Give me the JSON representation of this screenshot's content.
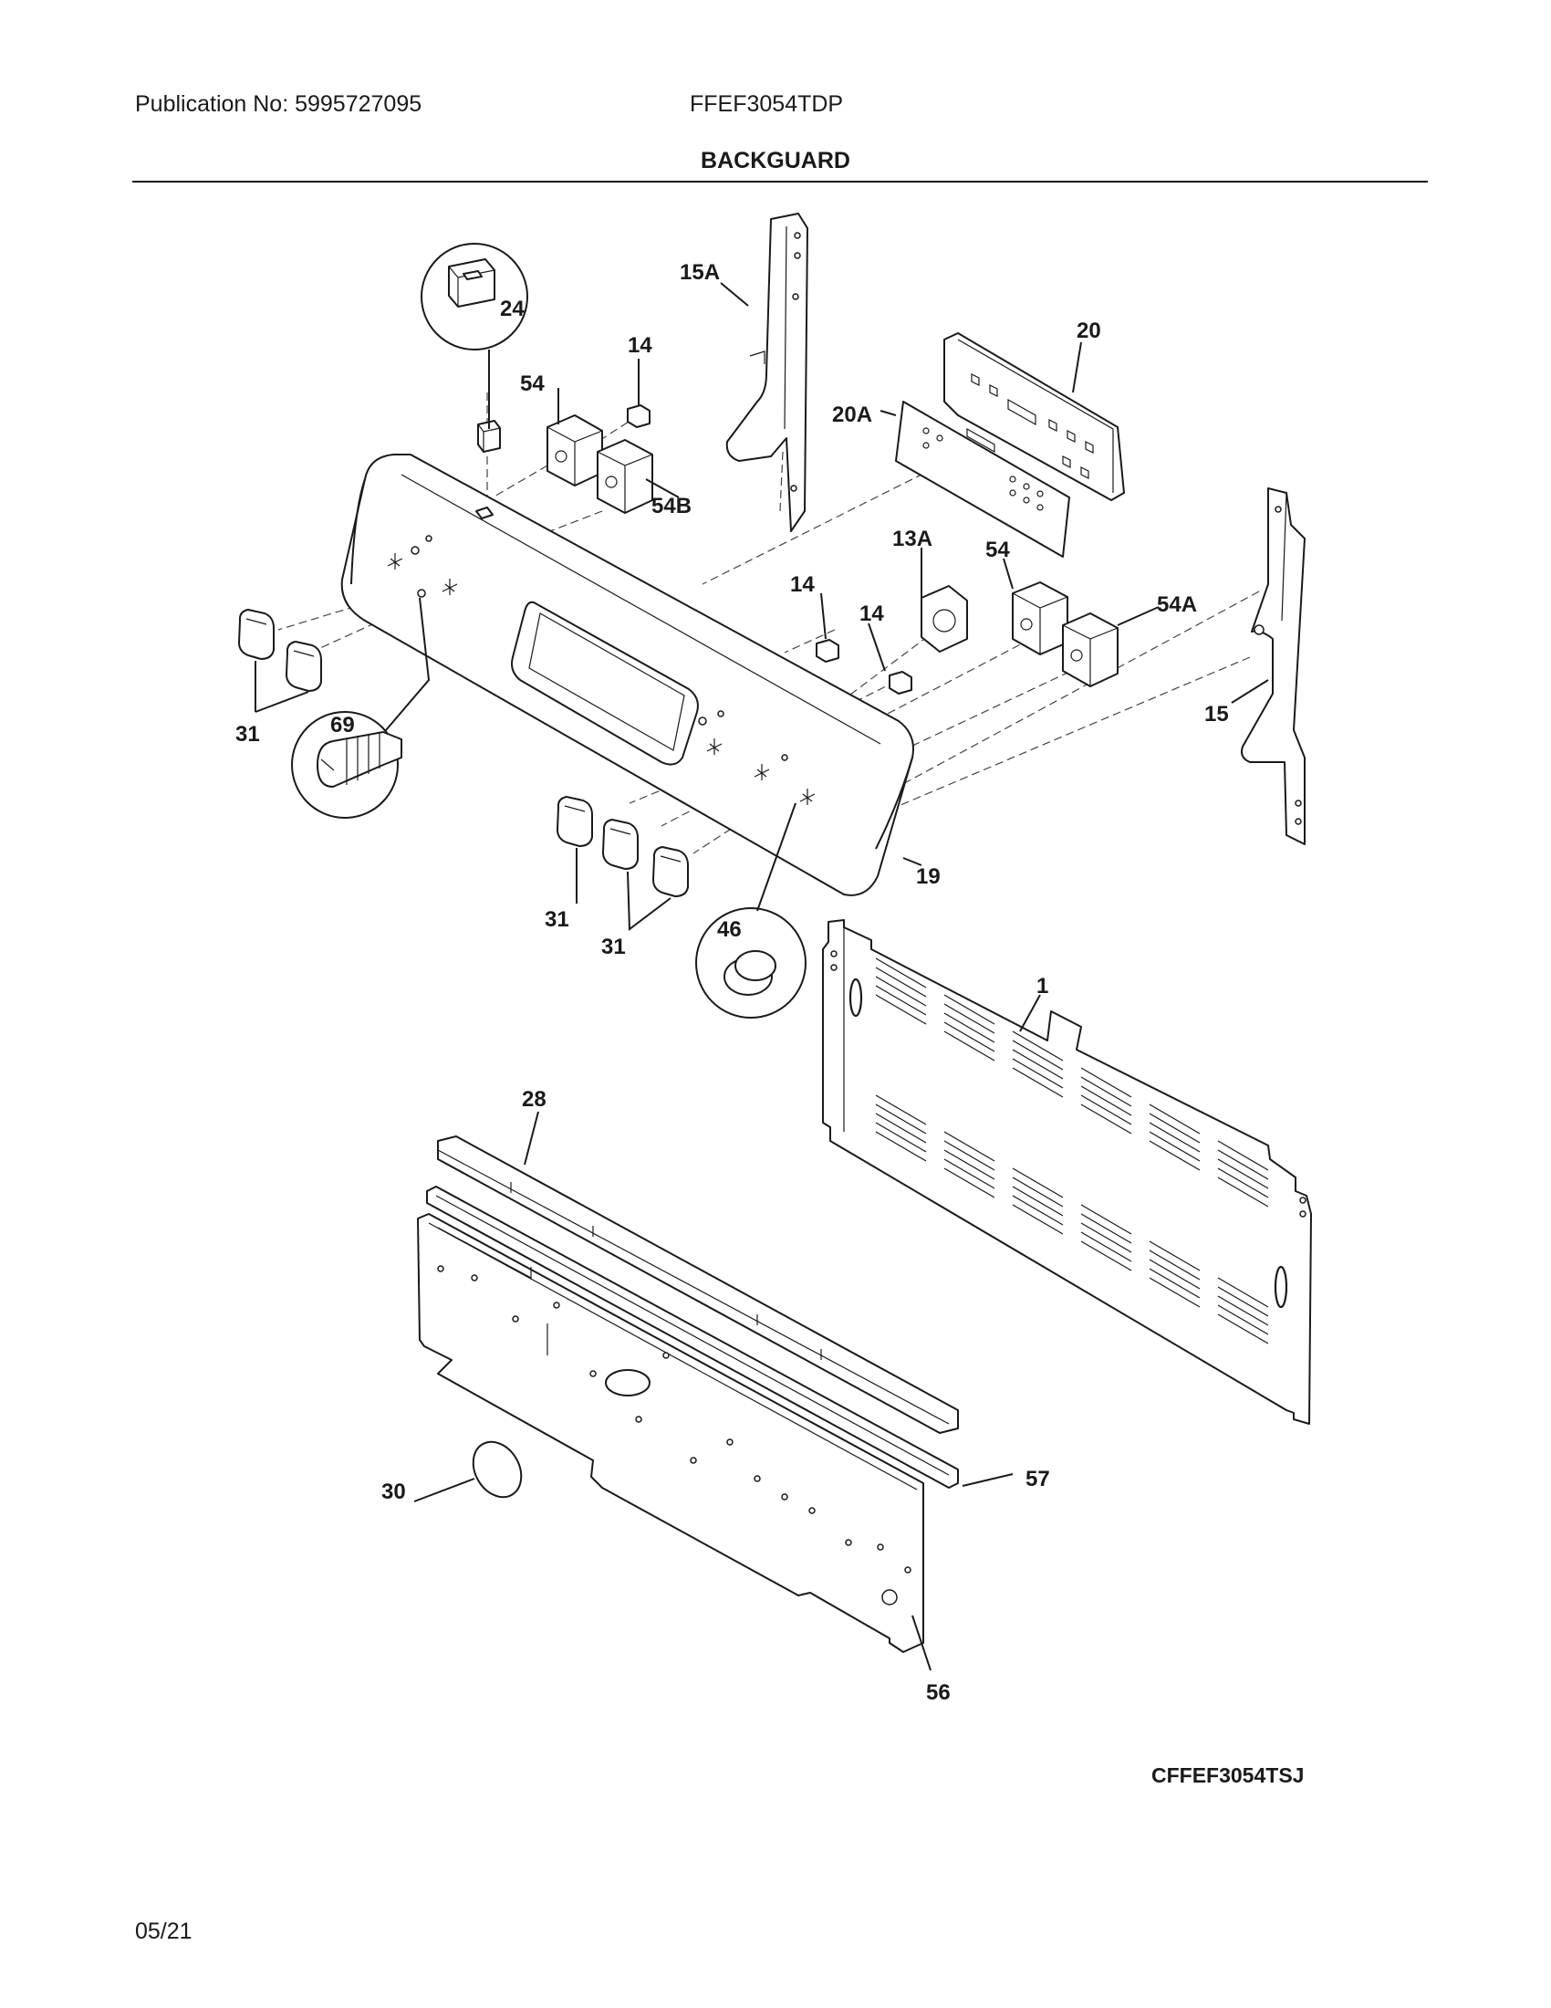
{
  "header": {
    "publication": "Publication No: 5995727095",
    "model": "FFEF3054TDP",
    "title": "BACKGUARD"
  },
  "footer": {
    "code": "CFFEF3054TSJ",
    "date": "05/21"
  },
  "callouts": {
    "c24": "24",
    "c14a": "14",
    "c54a": "54",
    "c54b": "54B",
    "c15a": "15A",
    "c20": "20",
    "c20a": "20A",
    "c13a": "13A",
    "c54c": "54",
    "c54d": "54A",
    "c14b": "14",
    "c14c": "14",
    "c15": "15",
    "c69": "69",
    "c31a": "31",
    "c31b": "31",
    "c31c": "31",
    "c19": "19",
    "c46": "46",
    "c1": "1",
    "c28": "28",
    "c30": "30",
    "c57": "57",
    "c56": "56"
  }
}
